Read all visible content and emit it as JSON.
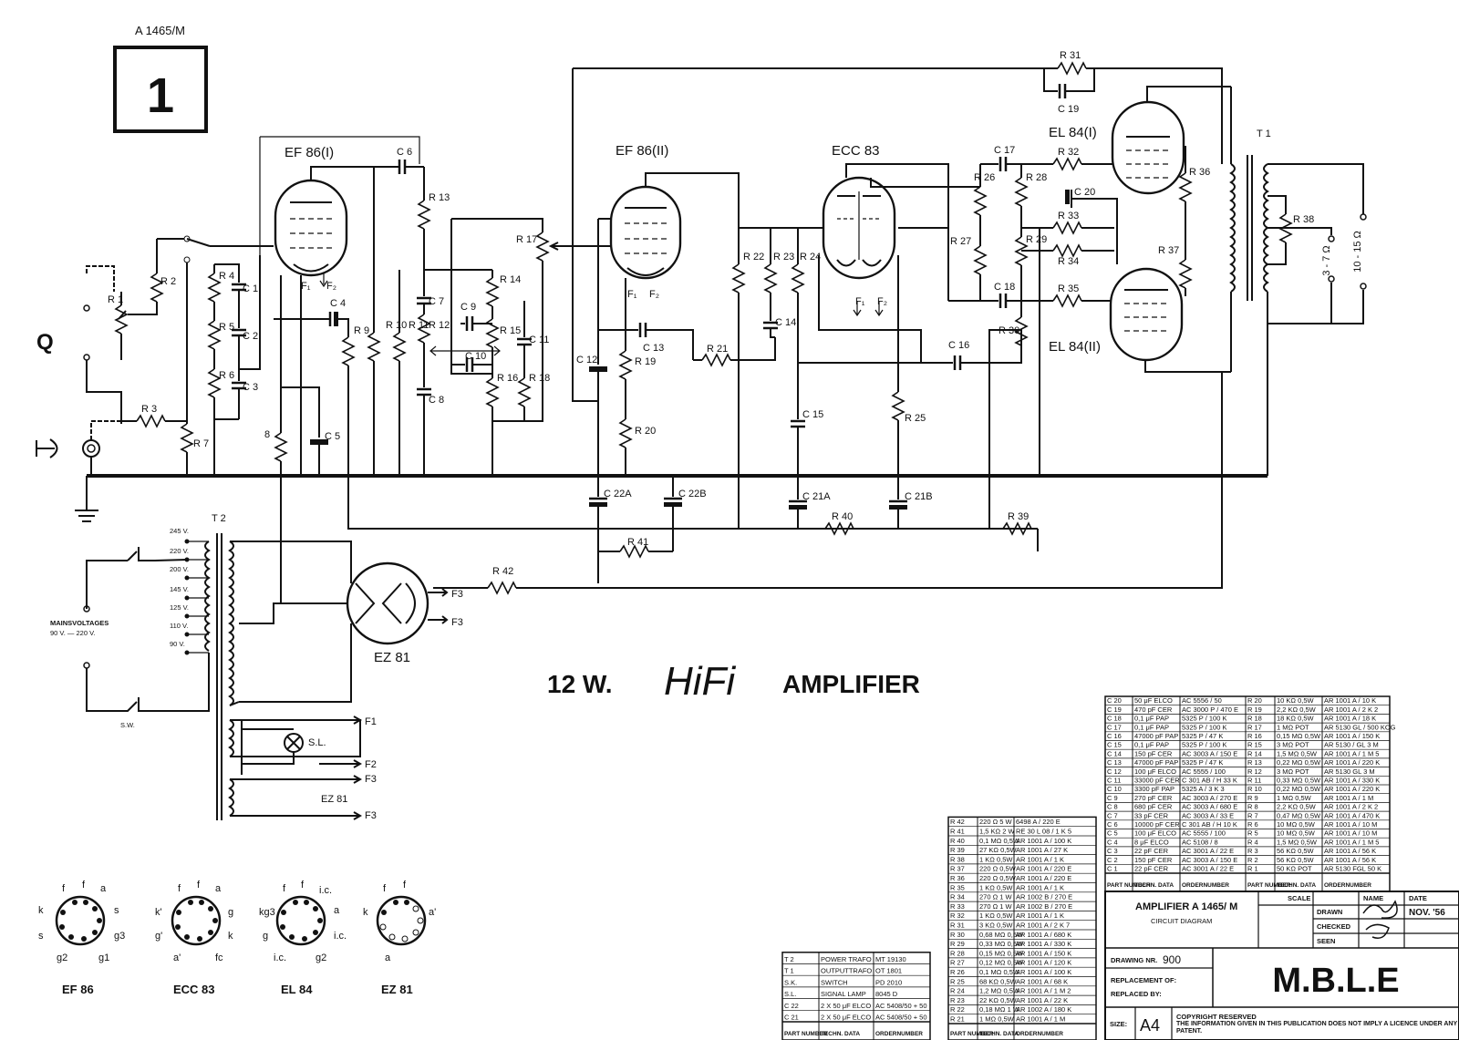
{
  "drawing_ref": "A 1465/M",
  "sheet_number": "1",
  "main_title": {
    "prefix": "12 W.",
    "hifi": "HiFi",
    "suffix": "AMPLIFIER"
  },
  "inputs": {
    "input_q": "Q"
  },
  "tubes": [
    {
      "id": "v1",
      "label": "EF 86(I)"
    },
    {
      "id": "v2",
      "label": "EF 86(II)"
    },
    {
      "id": "v3",
      "label": "ECC 83"
    },
    {
      "id": "v4",
      "label": "EL 84(I)"
    },
    {
      "id": "v5",
      "label": "EL 84(II)"
    },
    {
      "id": "v6",
      "label": "EZ 81"
    }
  ],
  "mains": {
    "label_line1": "MAINSVOLTAGES",
    "label_line2": "90 V. — 220 V.",
    "switch": "S.W.",
    "signal_lamp": "S.L.",
    "taps": [
      "245 V.",
      "220 V.",
      "200 V.",
      "145 V.",
      "125 V.",
      "110 V.",
      "90 V."
    ]
  },
  "transformers": {
    "t1": "T 1",
    "t2": "T 2"
  },
  "filaments": {
    "f1": "F1",
    "f2": "F2",
    "f3": "F3",
    "ez81": "EZ 81"
  },
  "outputs": {
    "out1": "3 - 7 Ω",
    "out2": "10 - 15 Ω"
  },
  "components": {
    "R1": "R 1",
    "R2": "R 2",
    "R3": "R 3",
    "R4": "R 4",
    "R5": "R 5",
    "R6": "R 6",
    "R7": "R 7",
    "R8": "8",
    "R9": "R 9",
    "R10": "R 10",
    "R11": "R 11",
    "R12": "R 12",
    "R13": "R 13",
    "R14": "R 14",
    "R15": "R 15",
    "R16": "R 16",
    "R17": "R 17",
    "R18": "R 18",
    "R19": "R 19",
    "R20": "R 20",
    "R21": "R 21",
    "R22": "R 22",
    "R23": "R 23",
    "R24": "R 24",
    "R25": "R 25",
    "R26": "R 26",
    "R27": "R 27",
    "R28": "R 28",
    "R29": "R 29",
    "R30": "R 30",
    "R31": "R 31",
    "R32": "R 32",
    "R33": "R 33",
    "R34": "R 34",
    "R35": "R 35",
    "R36": "R 36",
    "R37": "R 37",
    "R38": "R 38",
    "R39": "R 39",
    "R40": "R 40",
    "R41": "R 41",
    "R42": "R 42",
    "C1": "C 1",
    "C2": "C 2",
    "C3": "C 3",
    "C4": "C 4",
    "C5": "C 5",
    "C6": "C 6",
    "C7": "C 7",
    "C8": "C 8",
    "C9": "C 9",
    "C10": "C 10",
    "C11": "C 11",
    "C12": "C 12",
    "C13": "C 13",
    "C14": "C 14",
    "C15": "C 15",
    "C16": "C 16",
    "C17": "C 17",
    "C18": "C 18",
    "C19": "C 19",
    "C20": "C 20",
    "C21A": "C 21A",
    "C21B": "C 21B",
    "C22A": "C 22A",
    "C22B": "C 22B"
  },
  "pinouts": [
    {
      "name": "EF 86",
      "pins": [
        "f",
        "f",
        "a",
        "s",
        "g3",
        "g1",
        "g2",
        "s",
        "k"
      ]
    },
    {
      "name": "ECC 83",
      "pins": [
        "f",
        "f",
        "a",
        "g",
        "k",
        "fc",
        "a'",
        "g'",
        "k'"
      ]
    },
    {
      "name": "EL 84",
      "pins": [
        "f",
        "f",
        "i.c.",
        "a",
        "i.c.",
        "g2",
        "i.c.",
        "g",
        "kg3"
      ]
    },
    {
      "name": "EZ 81",
      "pins": [
        "f",
        "f",
        "a'",
        "a",
        "k"
      ]
    }
  ],
  "parts_left": {
    "header": [
      "PART NUMBER",
      "TECHN. DATA",
      "ORDERNUMBER"
    ],
    "rows": [
      [
        "T 2",
        "POWER TRAFO",
        "MT 19130"
      ],
      [
        "T 1",
        "OUTPUTTRAFO",
        "OT 1801"
      ],
      [
        "S.K.",
        "SWITCH",
        "PD 2010"
      ],
      [
        "S.L.",
        "SIGNAL LAMP",
        "8045 D"
      ],
      [
        "C 22",
        "2 X 50 μF ELCO",
        "AC 5408/50 + 50"
      ],
      [
        "C 21",
        "2 X 50 μF ELCO",
        "AC 5408/50 + 50"
      ]
    ]
  },
  "parts_mid": {
    "header": [
      "PART NUMBER",
      "TECHN. DATA",
      "ORDERNUMBER"
    ],
    "rows": [
      [
        "R 42",
        "220 Ω 5 W",
        "6498 A / 220 E"
      ],
      [
        "R 41",
        "1,5 KΩ 2 W",
        "RE 30 L 08 / 1 K 5"
      ],
      [
        "R 40",
        "0,1 MΩ 0,5W",
        "AR 1001 A / 100 K"
      ],
      [
        "R 39",
        "27 KΩ 0,5W",
        "AR 1001 A / 27 K"
      ],
      [
        "R 38",
        "1 KΩ 0,5W",
        "AR 1001 A / 1 K"
      ],
      [
        "R 37",
        "220 Ω 0,5W",
        "AR 1001 A / 220 E"
      ],
      [
        "R 36",
        "220 Ω 0,5W",
        "AR 1001 A / 220 E"
      ],
      [
        "R 35",
        "1 KΩ 0,5W",
        "AR 1001 A / 1 K"
      ],
      [
        "R 34",
        "270 Ω 1 W",
        "AR 1002 B / 270 E"
      ],
      [
        "R 33",
        "270 Ω 1 W",
        "AR 1002 B / 270 E"
      ],
      [
        "R 32",
        "1 KΩ 0,5W",
        "AR 1001 A / 1 K"
      ],
      [
        "R 31",
        "3 KΩ 0,5W",
        "AR 1001 A / 2 K 7"
      ],
      [
        "R 30",
        "0,68 MΩ 0,5W",
        "AR 1001 A / 680 K"
      ],
      [
        "R 29",
        "0,33 MΩ 0,5W",
        "AR 1001 A / 330 K"
      ],
      [
        "R 28",
        "0,15 MΩ 0,5W",
        "AR 1001 A / 150 K"
      ],
      [
        "R 27",
        "0,12 MΩ 0,5W",
        "AR 1001 A / 120 K"
      ],
      [
        "R 26",
        "0,1 MΩ 0,5W",
        "AR 1001 A / 100 K"
      ],
      [
        "R 25",
        "68 KΩ 0,5W",
        "AR 1001 A / 68 K"
      ],
      [
        "R 24",
        "1,2 MΩ 0,5W",
        "AR 1001 A / 1 M 2"
      ],
      [
        "R 23",
        "22 KΩ 0,5W",
        "AR 1001 A / 22 K"
      ],
      [
        "R 22",
        "0,18 MΩ 1 W",
        "AR 1002 A / 180 K"
      ],
      [
        "R 21",
        "1 MΩ 0,5W",
        "AR 1001 A / 1 M"
      ]
    ]
  },
  "parts_right": {
    "header": [
      "PART NUMBER",
      "TECHN. DATA",
      "ORDERNUMBER",
      "PART NUMBER",
      "TECHN. DATA",
      "ORDERNUMBER"
    ],
    "rows": [
      [
        "C 20",
        "50 μF ELCO",
        "AC 5556 / 50",
        "R 20",
        "10 KΩ 0,5W",
        "AR 1001 A / 10 K"
      ],
      [
        "C 19",
        "470 pF CER",
        "AC 3000 P / 470 E",
        "R 19",
        "2,2 KΩ 0,5W",
        "AR 1001 A / 2 K 2"
      ],
      [
        "C 18",
        "0,1 μF PAP",
        "5325 P / 100 K",
        "R 18",
        "18 KΩ 0,5W",
        "AR 1001 A / 18 K"
      ],
      [
        "C 17",
        "0,1 μF PAP",
        "5325 P / 100 K",
        "R 17",
        "1 MΩ POT",
        "AR 5130 GL / 500 KOG"
      ],
      [
        "C 16",
        "47000 pF PAP",
        "5325 P / 47 K",
        "R 16",
        "0,15 MΩ 0,5W",
        "AR 1001 A / 150 K"
      ],
      [
        "C 15",
        "0,1 μF PAP",
        "5325 P / 100 K",
        "R 15",
        "3 MΩ POT",
        "AR 5130 / GL 3 M"
      ],
      [
        "C 14",
        "150 pF CER",
        "AC 3003 A / 150 E",
        "R 14",
        "1,5 MΩ 0,5W",
        "AR 1001 A / 1 M 5"
      ],
      [
        "C 13",
        "47000 pF PAP",
        "5325 P / 47 K",
        "R 13",
        "0,22 MΩ 0,5W",
        "AR 1001 A / 220 K"
      ],
      [
        "C 12",
        "100 μF ELCO",
        "AC 5555 / 100",
        "R 12",
        "3 MΩ POT",
        "AR 5130 GL 3 M"
      ],
      [
        "C 11",
        "33000 pF CER",
        "C 301 AB / H 33 K",
        "R 11",
        "0,33 MΩ 0,5W",
        "AR 1001 A / 330 K"
      ],
      [
        "C 10",
        "3300 pF PAP",
        "5325 A / 3 K 3",
        "R 10",
        "0,22 MΩ 0,5W",
        "AR 1001 A / 220 K"
      ],
      [
        "C 9",
        "270 pF CER",
        "AC 3003 A / 270 E",
        "R 9",
        "1 MΩ 0,5W",
        "AR 1001 A / 1 M"
      ],
      [
        "C 8",
        "680 pF CER",
        "AC 3003 A / 680 E",
        "R 8",
        "2,2 KΩ 0,5W",
        "AR 1001 A / 2 K 2"
      ],
      [
        "C 7",
        "33 pF CER",
        "AC 3003 A / 33 E",
        "R 7",
        "0,47 MΩ 0,5W",
        "AR 1001 A / 470 K"
      ],
      [
        "C 6",
        "10000 pF CER",
        "C 301 AB / H 10 K",
        "R 6",
        "10 MΩ 0,5W",
        "AR 1001 A / 10 M"
      ],
      [
        "C 5",
        "100 μF ELCO",
        "AC 5555 / 100",
        "R 5",
        "10 MΩ 0,5W",
        "AR 1001 A / 10 M"
      ],
      [
        "C 4",
        "8 μF ELCO",
        "AC 5108 / 8",
        "R 4",
        "1,5 MΩ 0,5W",
        "AR 1001 A / 1 M 5"
      ],
      [
        "C 3",
        "22 pF CER",
        "AC 3001 A / 22 E",
        "R 3",
        "56 KΩ 0,5W",
        "AR 1001 A / 56 K"
      ],
      [
        "C 2",
        "150 pF CER",
        "AC 3003 A / 150 E",
        "R 2",
        "56 KΩ 0,5W",
        "AR 1001 A / 56 K"
      ],
      [
        "C 1",
        "22 pF CER",
        "AC 3001 A / 22 E",
        "R 1",
        "50 KΩ POT",
        "AR 5130 FGL 50 K"
      ]
    ]
  },
  "title_block": {
    "scale_label": "SCALE",
    "name_label": "NAME",
    "date_label": "DATE",
    "drawn_label": "DRAWN",
    "checked_label": "CHECKED",
    "seen_label": "SEEN",
    "date_value": "NOV. '56",
    "title": "AMPLIFIER  A 1465/ M",
    "subtitle": "CIRCUIT DIAGRAM",
    "drawing_nr_label": "DRAWING NR.",
    "drawing_nr_value": "900",
    "replacement_label": "REPLACEMENT OF:",
    "replaced_label": "REPLACED BY:",
    "size_label": "SIZE:",
    "size_value": "A4",
    "copyright": "COPYRIGHT RESERVED",
    "notice": "THE INFORMATION GIVEN IN THIS PUBLICATION DOES NOT IMPLY A LICENCE UNDER ANY PATENT.",
    "company": "M.B.L.E"
  }
}
